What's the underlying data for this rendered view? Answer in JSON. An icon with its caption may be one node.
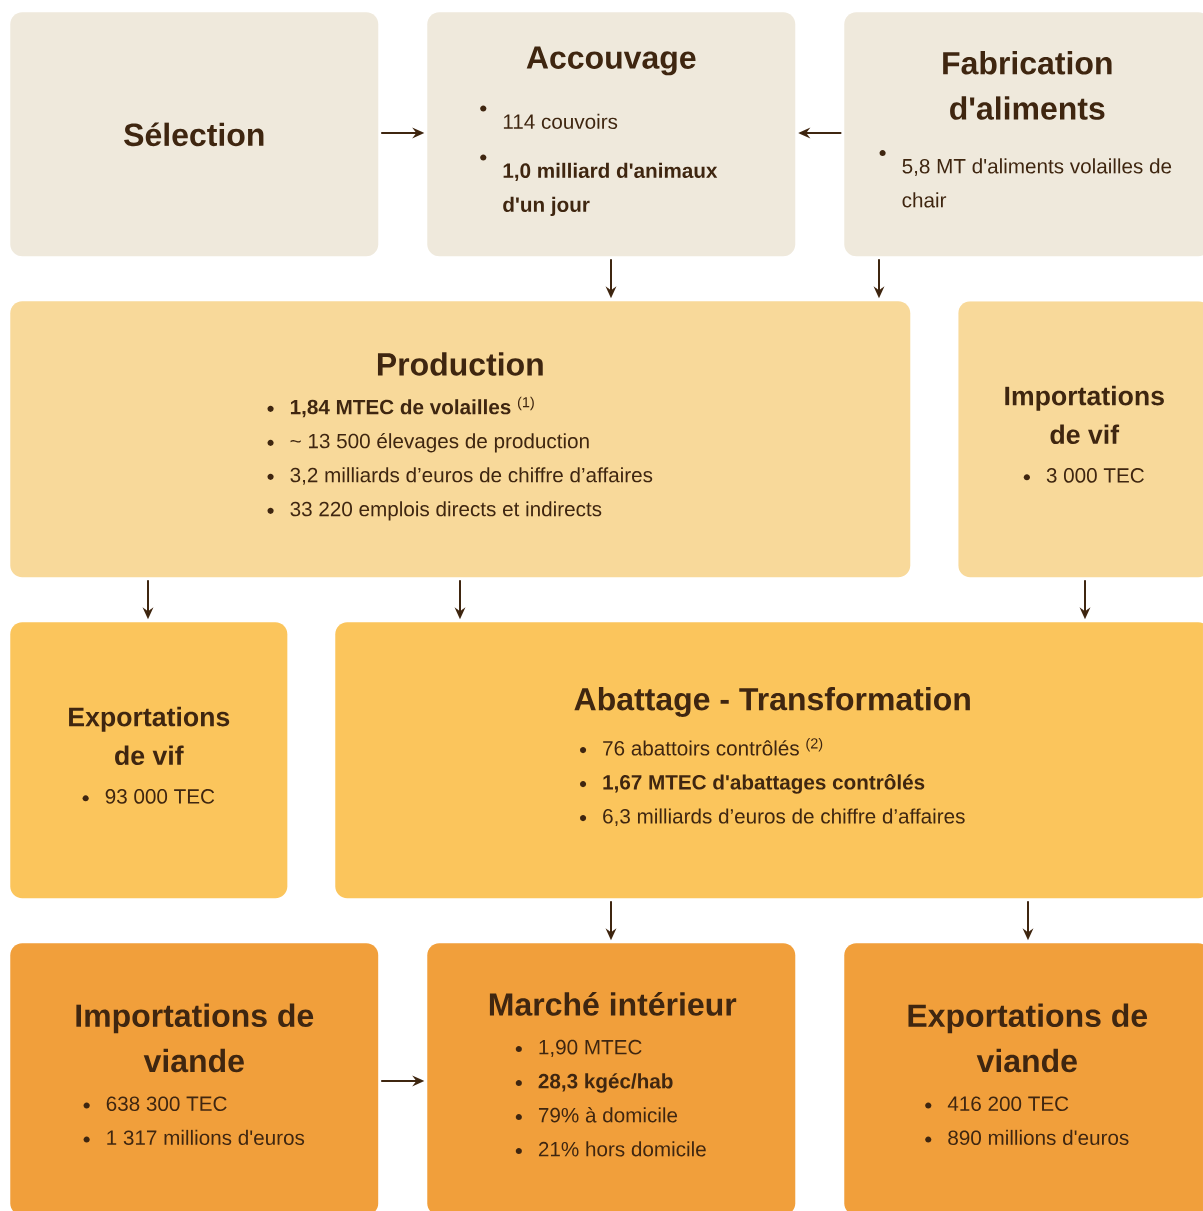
{
  "diagram": {
    "nodes": [
      {
        "text": [
          "Sélection"
        ]
      },
      {
        "text": [
          "Accouvage",
          "114 couvoirs",
          "**1,0 milliard d'animaux d'un jour**"
        ]
      },
      {
        "text": [
          "Fabrication d'aliments",
          "5,8 MT d'aliments volailles de chair"
        ]
      },
      {
        "text": [
          "Production",
          "**1,84 MTEC de volailles** $^{(1)}$",
          "~ 13 500 élevages de production",
          "3,2 milliards d’euros de chiffre d’affaires",
          "33 220 emplois directs et indirects"
        ]
      },
      {
        "text": [
          "Importations de vif",
          "3 000 TEC"
        ]
      },
      {
        "text": [
          "Exportations de vif",
          "93 000 TEC"
        ]
      },
      {
        "text": [
          "Abattage - Transformation",
          "76 abattoirs contrôlés $^{(2)}$",
          "**1,67 MTEC d'abattages contrôlés**",
          "6,3 milliards d’euros de chiffre d’affaires"
        ]
      },
      {
        "text": [
          "Importations de viande",
          "638 300 TEC",
          "1 317 millions d'euros"
        ]
      },
      {
        "text": [
          "Marché intérieur",
          "1,90 MTEC",
          "**28,3 kgéc/hab**",
          "79% à domicile",
          "21% hors domicile"
        ]
      },
      {
        "text": [
          "Exportations de viande",
          "416 200 TEC",
          "890 millions d'euros"
        ]
      }
    ],
    "edges": [
      {
        "from": 0,
        "to": 1,
        "arrow": "to"
      },
      {
        "from": 2,
        "to": 1,
        "arrow": "to"
      },
      {
        "from": 1,
        "to": 3,
        "arrow": "to"
      },
      {
        "from": 2,
        "to": 3,
        "arrow": "to"
      },
      {
        "from": 3,
        "to": 5,
        "arrow": "to"
      },
      {
        "from": 3,
        "to": 6,
        "arrow": "to"
      },
      {
        "from": 4,
        "to": 6,
        "arrow": "to"
      },
      {
        "from": 6,
        "to": 8,
        "arrow": "to"
      },
      {
        "from": 6,
        "to": 9,
        "arrow": "to"
      },
      {
        "from": 7,
        "to": 8,
        "arrow": "to"
      }
    ]
  }
}
